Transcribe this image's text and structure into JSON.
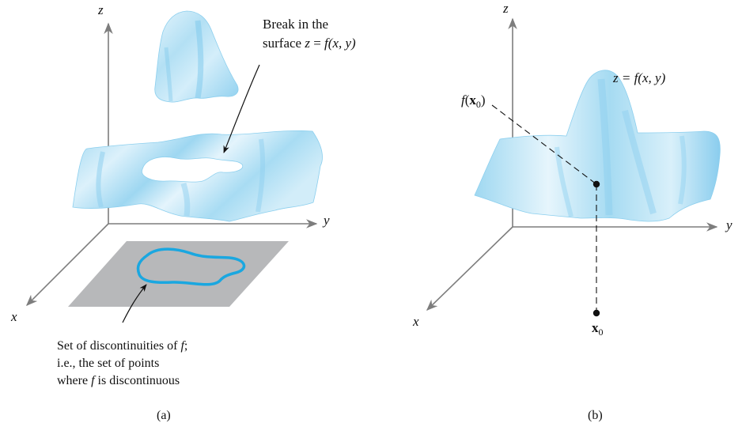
{
  "panel_a": {
    "axis_z": "z",
    "axis_y": "y",
    "axis_x": "x",
    "break_label_line1": "Break in the",
    "break_label_line2_prefix": "surface ",
    "break_label_eq": "z",
    "break_label_eq_rest": " = ",
    "break_label_f": "f",
    "break_label_args": "(x, y)",
    "set_caption_line1_prefix": "Set of discontinuities of ",
    "set_caption_line1_f": "f",
    "set_caption_line1_suffix": ";",
    "set_caption_line2": "i.e., the set of points",
    "set_caption_line3_prefix": "where ",
    "set_caption_line3_f": "f",
    "set_caption_line3_suffix": " is discontinuous",
    "panel_label": "(a)"
  },
  "panel_b": {
    "axis_z": "z",
    "axis_y": "y",
    "axis_x": "x",
    "surface_label": "z = f(x, y)",
    "fx0_f": "f",
    "fx0_open": "(",
    "fx0_x": "x",
    "fx0_sub": "0",
    "fx0_close": ")",
    "x0_x": "x",
    "x0_sub": "0",
    "panel_label": "(b)"
  },
  "colors": {
    "surface_light": "#dff1fb",
    "surface_mid": "#a9dcf2",
    "surface_dark": "#6cc4ea",
    "curve": "#1aa7e0",
    "plane": "#b7b8ba",
    "axis": "#7d7d7d"
  }
}
